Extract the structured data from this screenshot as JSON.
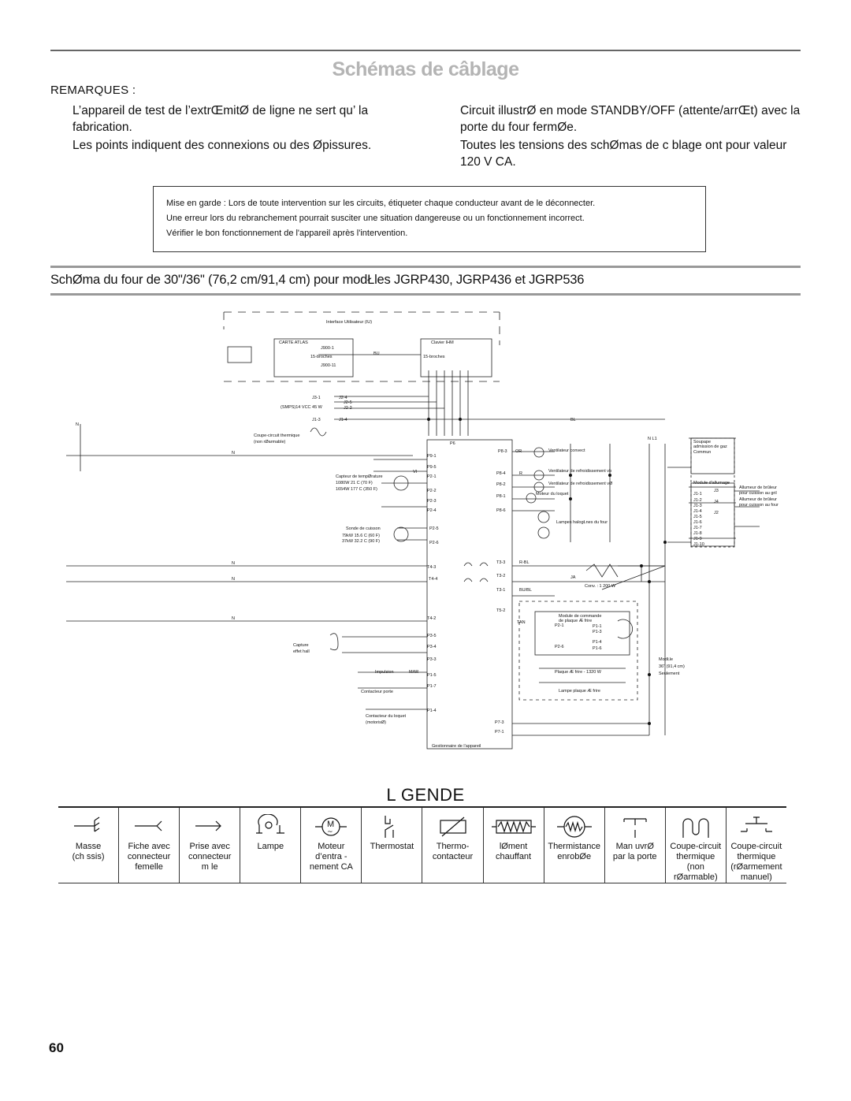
{
  "page": {
    "title": "Schémas de câblage",
    "remarks_heading": "REMARQUES :",
    "notes": {
      "left_1": "L’appareil de test de l’extrŒmitØ de ligne ne sert qu’ la fabrication.",
      "left_2": "Les points indiquent des connexions ou des Øpissures.",
      "right_1": "Circuit illustrØ en mode STANDBY/OFF (attente/arrŒt) avec la porte du four fermØe.",
      "right_2": "Toutes les tensions des schØmas de c blage ont pour valeur 120 V CA."
    },
    "warning": {
      "line1": "Mise en garde :  Lors de toute intervention sur les circuits, étiqueter chaque conducteur avant de le déconnecter.",
      "line2": "Une erreur lors du rebranchement pourrait susciter une situation dangereuse ou un fonctionnement incorrect.",
      "line3": "Vérifier le bon fonctionnement de l'appareil après l'intervention."
    },
    "section_title": "SchØma du four de 30\"/36\" (76,2 cm/91,4 cm) pour modŁles JGRP430, JGRP436 et JGRP536",
    "legend_title": "L GENDE",
    "page_number": "60"
  },
  "diagram": {
    "labels": {
      "ui": "Interface Utilisateur (IU)",
      "atlas": "CARTE ATLAS",
      "keypad": "Clavier IHM",
      "pins15a": "15-broches",
      "pins15b": "15-broches",
      "j900_1": "J900-1",
      "j900_11": "J900-11",
      "smps": "(SMPS)14 VCC 45 W",
      "cutout": "Coupe-circuit thermique",
      "cutout2": "(non rØarmable)",
      "temp_sensor": "Capteur de tempØrature",
      "temp_a": "1080W   21 C (70 F)",
      "temp_b": "1654W  177 C (350 F)",
      "probe": "Sonde de cuisson",
      "probe_a": "79kW   15.6 C (60 F)",
      "probe_b": "37kW   32.2 C (90 F)",
      "conv_fan": "Ventilateur convect",
      "cool_fan": "Ventilateur de refroidissement vb",
      "cool_fan2": "Ventilateur de refroidissement vØ",
      "lock_motor": "Moteur du loquet",
      "halogen": "Lampes halogŁnes du four",
      "conv": "Conv. : 1 200 W",
      "module": "Module de commande",
      "module2": "de plaque Æ frire",
      "griddle": "Plaque Æ frire - 1320 W",
      "griddle_lamp": "Lampe plaque Æ frire",
      "capture": "Capture",
      "capture2": "effet hall",
      "impulsion": "Impulsion",
      "door_switch": "Contacteur porte",
      "latch_switch": "Contacteur du loquet",
      "latch_switch2": "(motorisØ)",
      "manager": "Gestionnaire de l’appareil",
      "model_note": "ModŁle",
      "model_note2": "36\" (91,4 cm)",
      "model_note3": "Seulement",
      "gas": "Soupape",
      "gas2": "admission de gaz",
      "igniter_mod": "Module d'allumage",
      "igniter1": "Allumeur de brûleur",
      "igniter1b": "pour cuisson au gril",
      "igniter2": "Allumeur de brûleur",
      "igniter2b": "pour cuisson au four",
      "common": "Commun",
      "n": "N",
      "l1": "L1",
      "bl": "BL",
      "bu": "BU",
      "ja": "JA",
      "r": "R",
      "or": "OR",
      "mar": "MAR",
      "vi": "VI",
      "tan": "TAN",
      "rbl": "R-BL",
      "bubl": "BU/BL",
      "p9_1": "P9-1",
      "p9_5": "P9-5",
      "p2_1": "P2-1",
      "p2_2": "P2-2",
      "p2_3": "P2-3",
      "p2_4": "P2-4",
      "p2_5": "P2-5",
      "p2_6": "P2-6",
      "p8_3": "P8-3",
      "p8_4": "P8-4",
      "p8_2": "P8-2",
      "p8_1": "P8-1",
      "p8_6": "P8-6",
      "t4_3": "T4-3",
      "t4_4": "T4-4",
      "t4_2": "T4-2",
      "t3_3": "T3-3",
      "t3_2": "T3-2",
      "t3_1": "T3-1",
      "t5_2": "T5-2",
      "p3_5": "P3-5",
      "p3_4": "P3-4",
      "p3_3": "P3-3",
      "p1_5": "P1-5",
      "p1_7": "P1-7",
      "p1_4": "P1-4",
      "p7_3": "P7-3",
      "p7_1": "P7-1",
      "j1_1": "J1-1",
      "j1_2": "J1-2",
      "j1_3": "J1-3",
      "j1_4": "J1-4",
      "j1_5": "J1-5",
      "j1_6": "J1-6",
      "j1_7": "J1-7",
      "j1_8": "J1-8",
      "j1_9": "J1-9",
      "j1_10": "J1-10",
      "j3": "J3",
      "j4": "J4",
      "j2": "J2",
      "j3_1": "J3-1",
      "j2_4": "J2-4",
      "j2_5": "J2-5",
      "j2_2": "J2-2",
      "j1_3b": "J1-3",
      "j1_4b": "J1-4",
      "p1_1": "P1-1",
      "p1_3": "P1-3",
      "p1_4b": "P1-4",
      "p1_6": "P1-6",
      "p2_1b": "P2-1",
      "p2_6b": "P2-6",
      "p6": "P6"
    }
  },
  "legend": [
    {
      "label": "Masse\n(ch ssis)",
      "icon": "ground-icon"
    },
    {
      "label": "Fiche avec\nconnecteur\nfemelle",
      "icon": "female-connector-icon"
    },
    {
      "label": "Prise avec\nconnecteur\nm le",
      "icon": "male-connector-icon"
    },
    {
      "label": "Lampe",
      "icon": "lamp-icon"
    },
    {
      "label": "Moteur\nd’entra -\nnement CA",
      "icon": "motor-icon"
    },
    {
      "label": "Thermostat",
      "icon": "thermostat-icon"
    },
    {
      "label": "Thermo-\ncontacteur",
      "icon": "thermo-switch-icon"
    },
    {
      "label": "lØment\nchauffant",
      "icon": "heating-element-icon"
    },
    {
      "label": "Thermistance\nenrobØe",
      "icon": "thermistor-icon"
    },
    {
      "label": "Man uvrØ\npar la porte",
      "icon": "door-switch-icon"
    },
    {
      "label": "Coupe-circuit\nthermique\n(non\nrØarmable)",
      "icon": "thermal-cutout-icon"
    },
    {
      "label": "Coupe-circuit\nthermique\n(rØarmement\nmanuel)",
      "icon": "manual-reset-cutout-icon"
    }
  ]
}
